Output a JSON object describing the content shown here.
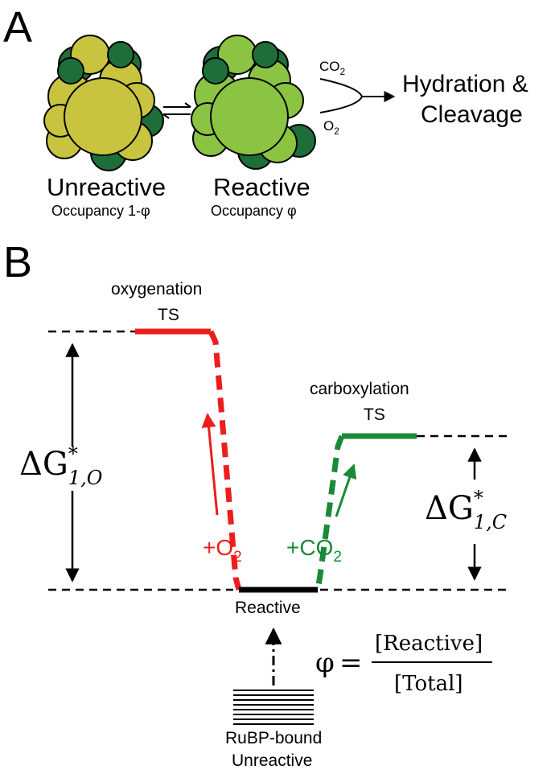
{
  "panel_a": {
    "label": "A",
    "unreactive": {
      "title": "Unreactive",
      "occupancy": "Occupancy 1-φ"
    },
    "reactive": {
      "title": "Reactive",
      "occupancy": "Occupancy φ"
    },
    "co2": "CO",
    "co2_sub": "2",
    "o2": "O",
    "o2_sub": "2",
    "product_line1": "Hydration &",
    "product_line2": "Cleavage",
    "colors": {
      "unreactive_fill": "#c8c440",
      "reactive_fill": "#8bc443",
      "dark_green": "#1e6e3a"
    }
  },
  "panel_b": {
    "label": "B",
    "oxygenation_ts_line1": "oxygenation",
    "oxygenation_ts_line2": "TS",
    "carboxylation_ts_line1": "carboxylation",
    "carboxylation_ts_line2": "TS",
    "dg_o_symbol": "ΔG",
    "dg_o_sup": "*",
    "dg_o_sub": "1,O",
    "dg_c_symbol": "ΔG",
    "dg_c_sup": "*",
    "dg_c_sub": "1,C",
    "plus_o2": "+O",
    "plus_o2_sub": "2",
    "plus_co2": "+CO",
    "plus_co2_sub": "2",
    "reactive_label": "Reactive",
    "phi_symbol": "φ",
    "phi_equals": "=",
    "phi_numerator": "[Reactive]",
    "phi_denominator": "[Total]",
    "rubp_line1": "RuBP-bound",
    "rubp_line2": "Unreactive",
    "colors": {
      "oxygenation": "#ee1c1c",
      "carboxylation": "#1a8a37",
      "reactive_level": "#000000"
    }
  }
}
